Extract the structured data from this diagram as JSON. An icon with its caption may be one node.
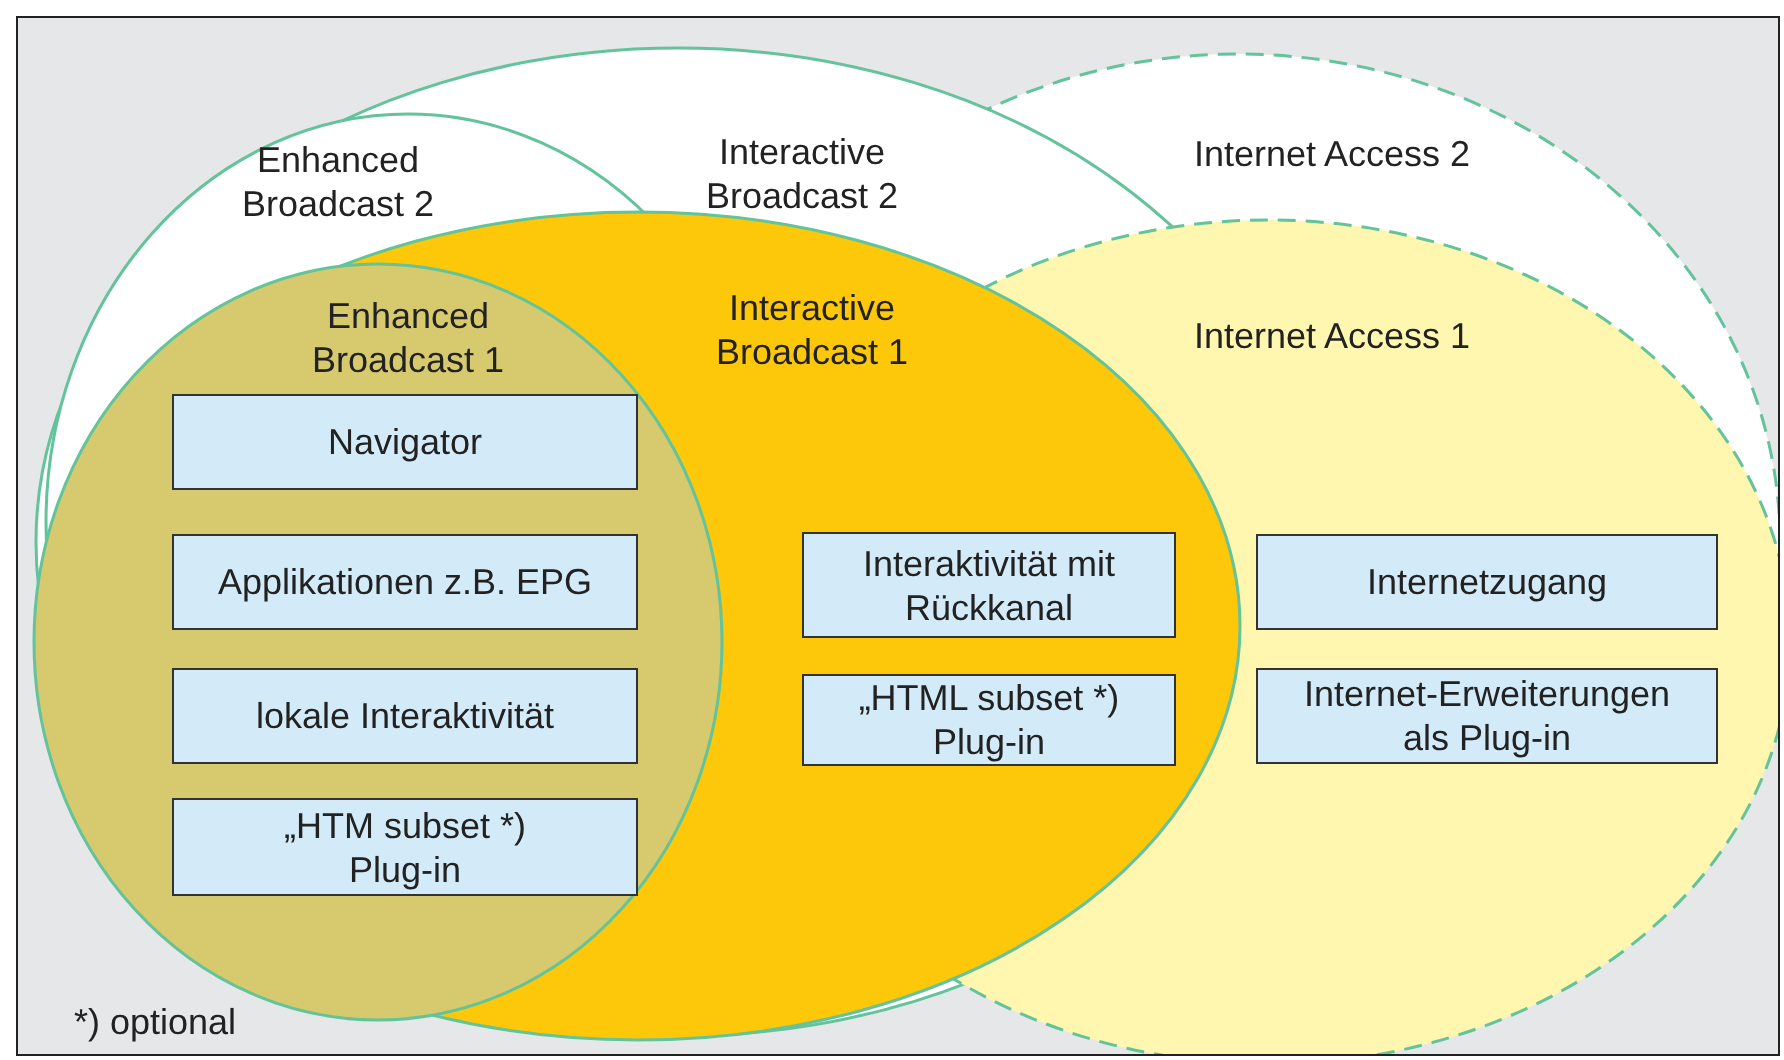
{
  "diagram": {
    "nodes": [
      {
        "text": [
          "Interactive Broadcast 2"
        ]
      },
      {
        "text": [
          "Enhanced Broadcast 2"
        ],
        "in": 0
      },
      {
        "text": [
          "Internet Access 2"
        ]
      },
      {
        "text": [
          "Interactive Broadcast 1"
        ],
        "in": 0
      },
      {
        "text": [
          "Enhanced Broadcast 1"
        ],
        "in": 3
      },
      {
        "text": [
          "Navigator"
        ],
        "in": 4
      },
      {
        "text": [
          "Applikationen z.B. EPG"
        ],
        "in": 4
      },
      {
        "text": [
          "lokale Interaktivität"
        ],
        "in": 4
      },
      {
        "text": [
          "„HTM subset *) Plug-in"
        ],
        "in": 4
      },
      {
        "text": [
          "Interaktivität mit Rückkanal"
        ]
      },
      {
        "text": [
          "„HTML  subset *) Plug-in"
        ]
      },
      {
        "text": [
          "Internet Access 1"
        ],
        "in": 2
      },
      {
        "text": [
          "Internetzugang"
        ],
        "in": 11
      },
      {
        "text": [
          "Internet-Erweiterungen als Plug-in"
        ],
        "in": 11
      }
    ],
    "edges": [],
    "labels": [
      "*) optional"
    ]
  }
}
